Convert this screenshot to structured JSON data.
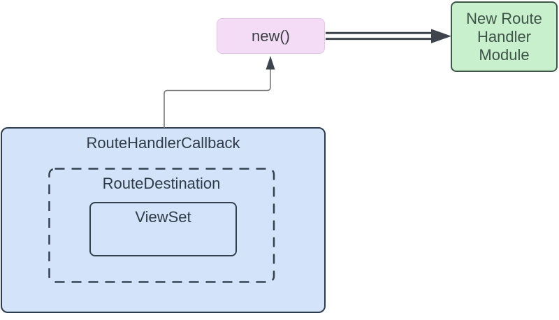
{
  "nodes": {
    "newCall": {
      "label": "new()"
    },
    "module": {
      "label": "New Route Handler Module"
    },
    "callback": {
      "label": "RouteHandlerCallback"
    },
    "destination": {
      "label": "RouteDestination"
    },
    "viewset": {
      "label": "ViewSet"
    }
  },
  "colors": {
    "canvas_bg": "#ffffff",
    "pink_fill": "#f4dcf7",
    "pink_border": "#e4c3ee",
    "green_fill": "#c9f0cc",
    "green_border": "#3d5849",
    "green_text": "#3f5449",
    "blue_fill": "#d2e3fa",
    "blue_border": "#2c3d50",
    "inner_border": "#34414f",
    "label_text": "#2f3b47",
    "new_text": "#3a3f44",
    "connector_dark": "#3d444d",
    "connector_thin": "#7a7a7a"
  }
}
